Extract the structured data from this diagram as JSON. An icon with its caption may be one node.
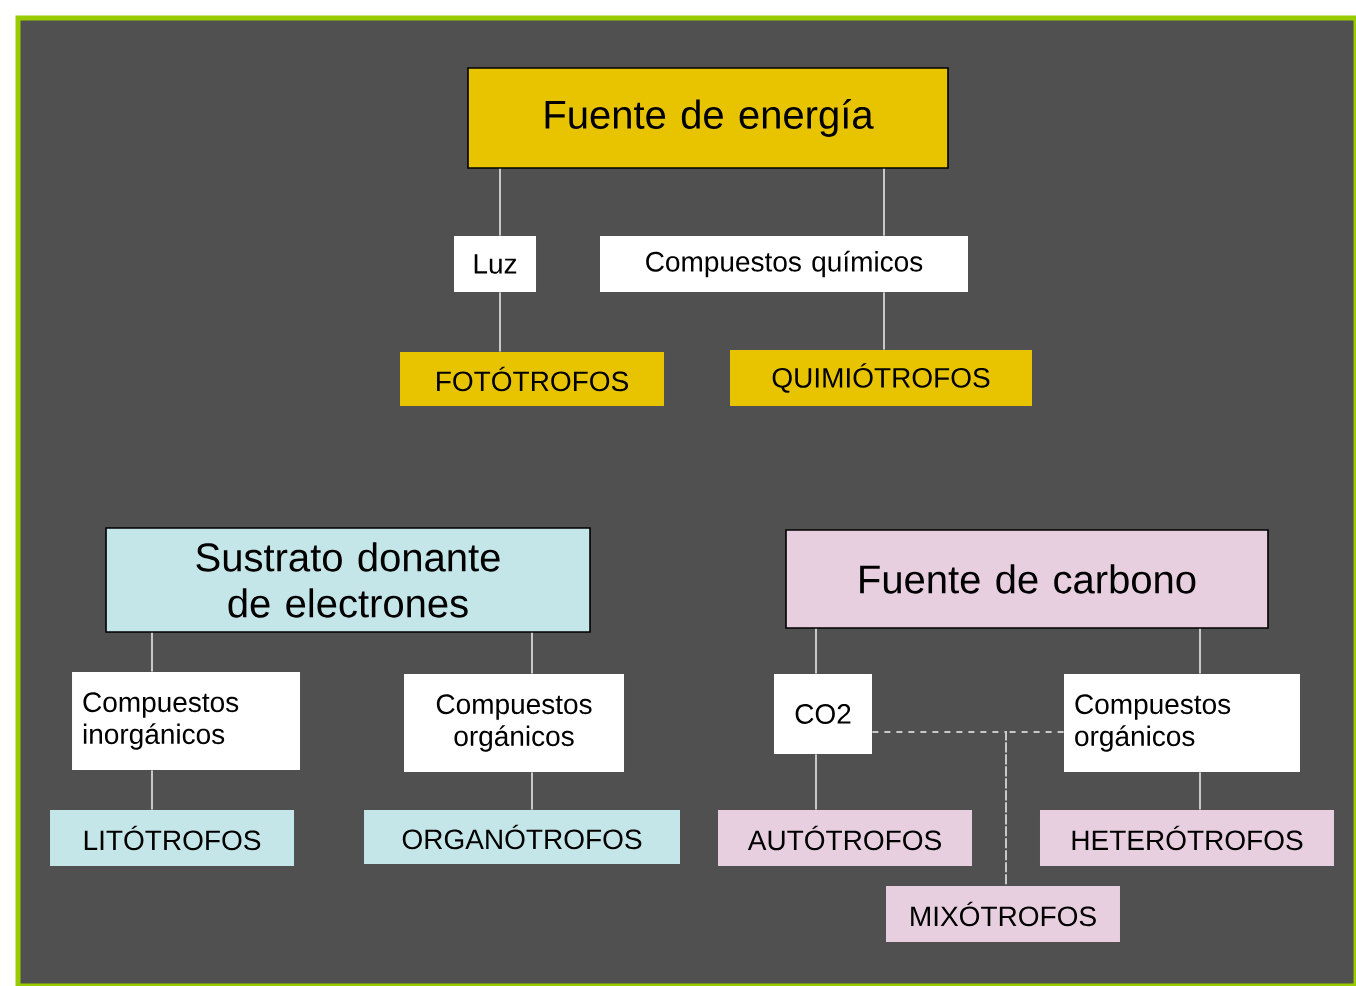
{
  "diagram": {
    "nodes": [
      {
        "text": [
          "Fuente de energía"
        ]
      },
      {
        "text": [
          "Luz"
        ]
      },
      {
        "text": [
          "Compuestos químicos"
        ]
      },
      {
        "text": [
          "FOTÓTROFOS"
        ]
      },
      {
        "text": [
          "QUIMIÓTROFOS"
        ]
      },
      {
        "text": [
          "Sustrato donante de electrones"
        ]
      },
      {
        "text": [
          "Compuestos inorgánicos"
        ]
      },
      {
        "text": [
          "Compuestos orgánicos"
        ]
      },
      {
        "text": [
          "LITÓTROFOS"
        ]
      },
      {
        "text": [
          "ORGANÓTROFOS"
        ]
      },
      {
        "text": [
          "Fuente de carbono"
        ]
      },
      {
        "text": [
          "CO2"
        ]
      },
      {
        "text": [
          "Compuestos orgánicos"
        ]
      },
      {
        "text": [
          "AUTÓTROFOS"
        ]
      },
      {
        "text": [
          "HETERÓTROFOS"
        ]
      },
      {
        "text": [
          "MIXÓTROFOS"
        ]
      }
    ],
    "edges": [
      {
        "from": 0,
        "to": 1,
        "arrow": "none"
      },
      {
        "from": 1,
        "to": 3,
        "arrow": "none"
      },
      {
        "from": 0,
        "to": 2,
        "arrow": "none"
      },
      {
        "from": 2,
        "to": 4,
        "arrow": "none"
      },
      {
        "from": 5,
        "to": 6,
        "arrow": "none"
      },
      {
        "from": 6,
        "to": 8,
        "arrow": "none"
      },
      {
        "from": 5,
        "to": 7,
        "arrow": "none"
      },
      {
        "from": 7,
        "to": 9,
        "arrow": "none"
      },
      {
        "from": 10,
        "to": 11,
        "arrow": "none"
      },
      {
        "from": 11,
        "to": 13,
        "arrow": "none"
      },
      {
        "from": 10,
        "to": 12,
        "arrow": "none"
      },
      {
        "from": 12,
        "to": 14,
        "arrow": "none"
      },
      {
        "from": 11,
        "to": 15,
        "arrow": "none",
        "style": "dashed"
      },
      {
        "from": 12,
        "to": 15,
        "arrow": "none",
        "style": "dashed"
      }
    ]
  }
}
